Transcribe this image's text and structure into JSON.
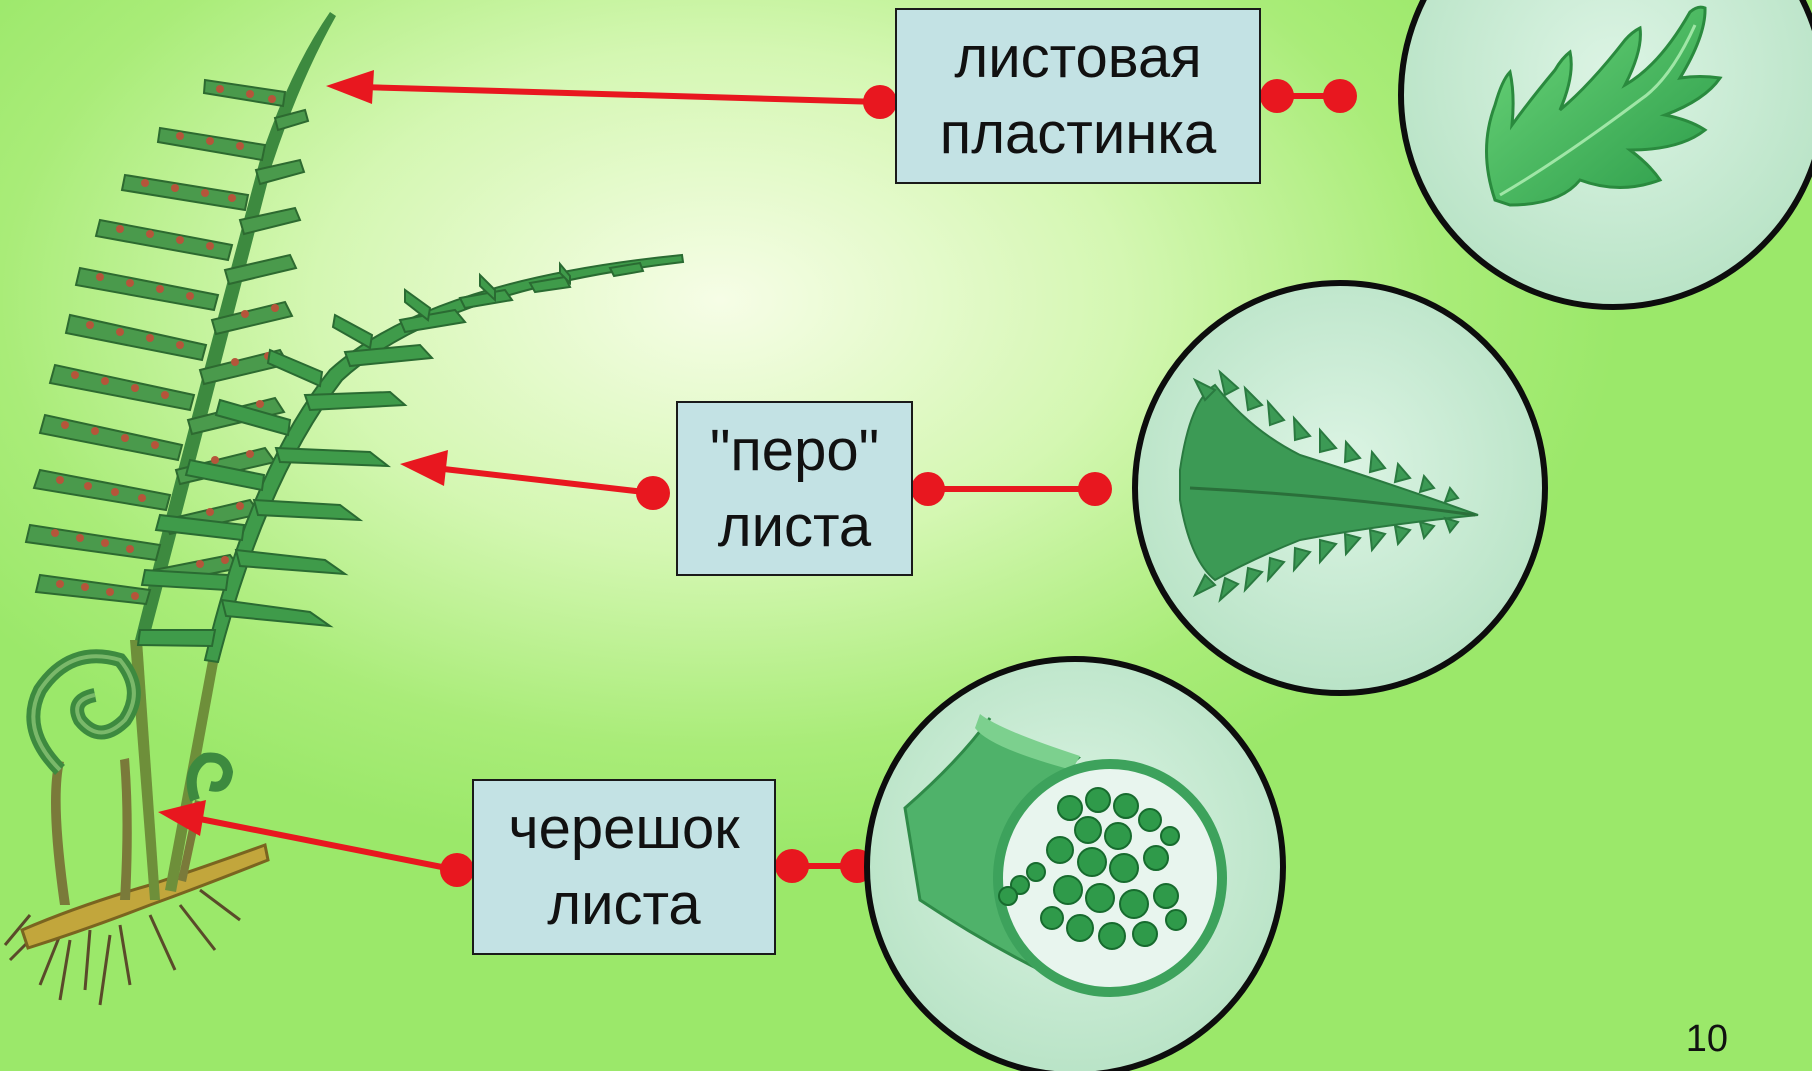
{
  "labels": {
    "blade": {
      "line1": "листовая",
      "line2": "пластинка"
    },
    "pinna": {
      "line1": "\"перо\"",
      "line2": "листа"
    },
    "petiole": {
      "line1": "черешок",
      "line2": "листа"
    }
  },
  "page_number": "10",
  "colors": {
    "arrow": "#e8171f",
    "label_fill": "#c3e2e4",
    "circle_fill": "#c8ecd4",
    "frond_green": "#2f9240",
    "sorus": "#b5553a",
    "root": "#b99a3a"
  },
  "illustrations": [
    "fern-plant-illustration",
    "leaf-blade-detail",
    "pinna-detail",
    "petiole-cross-section"
  ]
}
